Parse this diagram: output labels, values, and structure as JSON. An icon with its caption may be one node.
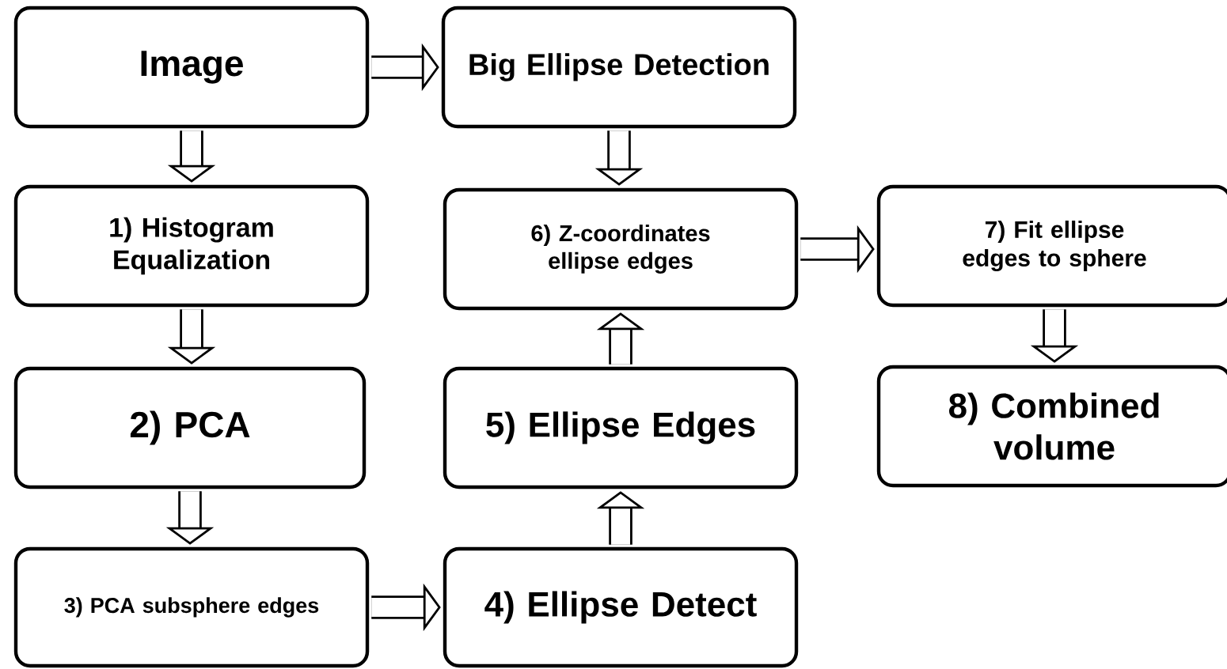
{
  "diagram": {
    "nodes": [
      {
        "text": [
          "Image"
        ]
      },
      {
        "text": [
          "Big Ellipse Detection"
        ]
      },
      {
        "text": [
          "1) Histogram Equalization"
        ]
      },
      {
        "text": [
          "6) Z-coordinates ellipse edges"
        ]
      },
      {
        "text": [
          "7) Fit ellipse edges to sphere"
        ]
      },
      {
        "text": [
          "2) PCA"
        ]
      },
      {
        "text": [
          "5) Ellipse Edges"
        ]
      },
      {
        "text": [
          "8) Combined volume"
        ]
      },
      {
        "text": [
          "3) PCA subsphere edges"
        ]
      },
      {
        "text": [
          "4) Ellipse Detect"
        ]
      }
    ],
    "edges": [
      {
        "from": 0,
        "to": 1,
        "arrow": "to"
      },
      {
        "from": 0,
        "to": 2,
        "arrow": "to"
      },
      {
        "from": 2,
        "to": 5,
        "arrow": "to"
      },
      {
        "from": 5,
        "to": 8,
        "arrow": "to"
      },
      {
        "from": 8,
        "to": 9,
        "arrow": "to"
      },
      {
        "from": 9,
        "to": 6,
        "arrow": "to"
      },
      {
        "from": 6,
        "to": 3,
        "arrow": "to"
      },
      {
        "from": 1,
        "to": 3,
        "arrow": "to"
      },
      {
        "from": 3,
        "to": 4,
        "arrow": "to"
      },
      {
        "from": 4,
        "to": 7,
        "arrow": "to"
      }
    ]
  }
}
